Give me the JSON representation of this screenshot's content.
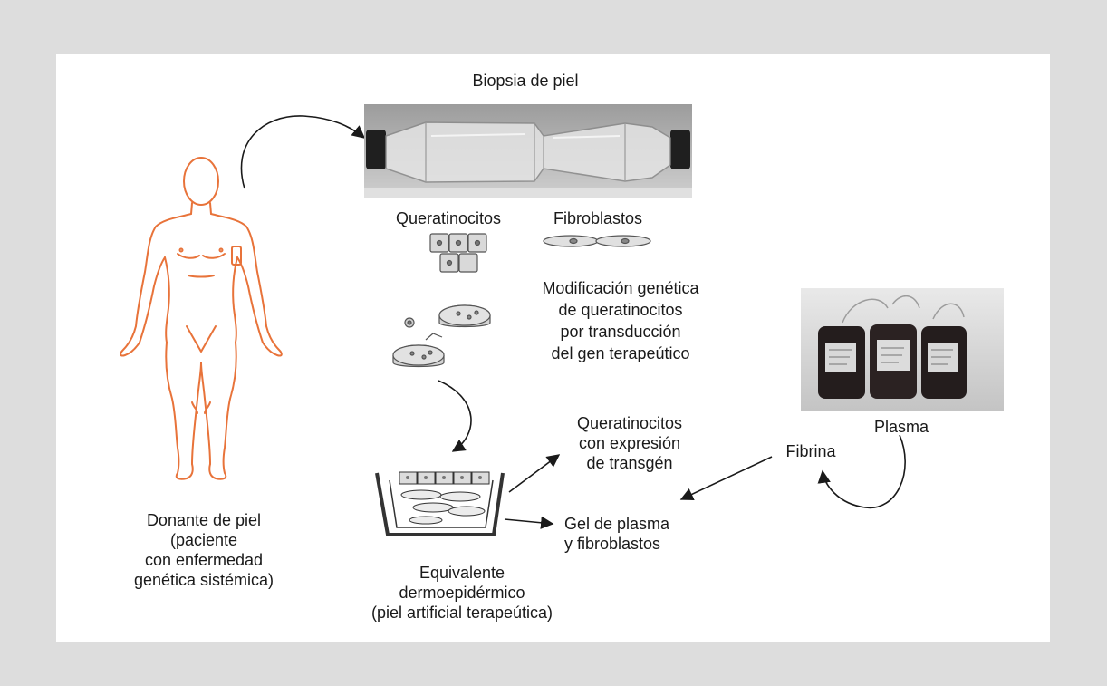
{
  "labels": {
    "biopsy": "Biopsia de piel",
    "keratinocytes": "Queratinocitos",
    "fibroblasts": "Fibroblastos",
    "genetic_modification": [
      "Modificación genética",
      "de queratinocitos",
      "por transducción",
      "del gen terapeútico"
    ],
    "plasma": "Plasma",
    "fibrin": "Fibrina",
    "keratinocytes_transgene": [
      "Queratinocitos",
      "con expresión",
      "de transgén"
    ],
    "plasma_gel": [
      "Gel de plasma",
      "y fibroblastos"
    ],
    "equivalent": [
      "Equivalente",
      "dermoepidérmico",
      "(piel artificial terapeútica)"
    ],
    "donor": [
      "Donante de piel",
      "(paciente",
      "con enfermedad",
      "genética sistémica)"
    ]
  },
  "colors": {
    "background": "#dddddd",
    "panel": "#ffffff",
    "donor_outline": "#e8733a",
    "arrow": "#1a1a1a"
  },
  "icons": {
    "donor": "human-body-outline-icon",
    "flask": "culture-flask-photo-icon",
    "keratinocytes": "keratinocyte-cells-icon",
    "fibroblasts": "fibroblast-cells-icon",
    "petri": "petri-dish-icon",
    "blood_bags": "plasma-bags-photo-icon",
    "skin_equivalent": "skin-equivalent-icon"
  }
}
